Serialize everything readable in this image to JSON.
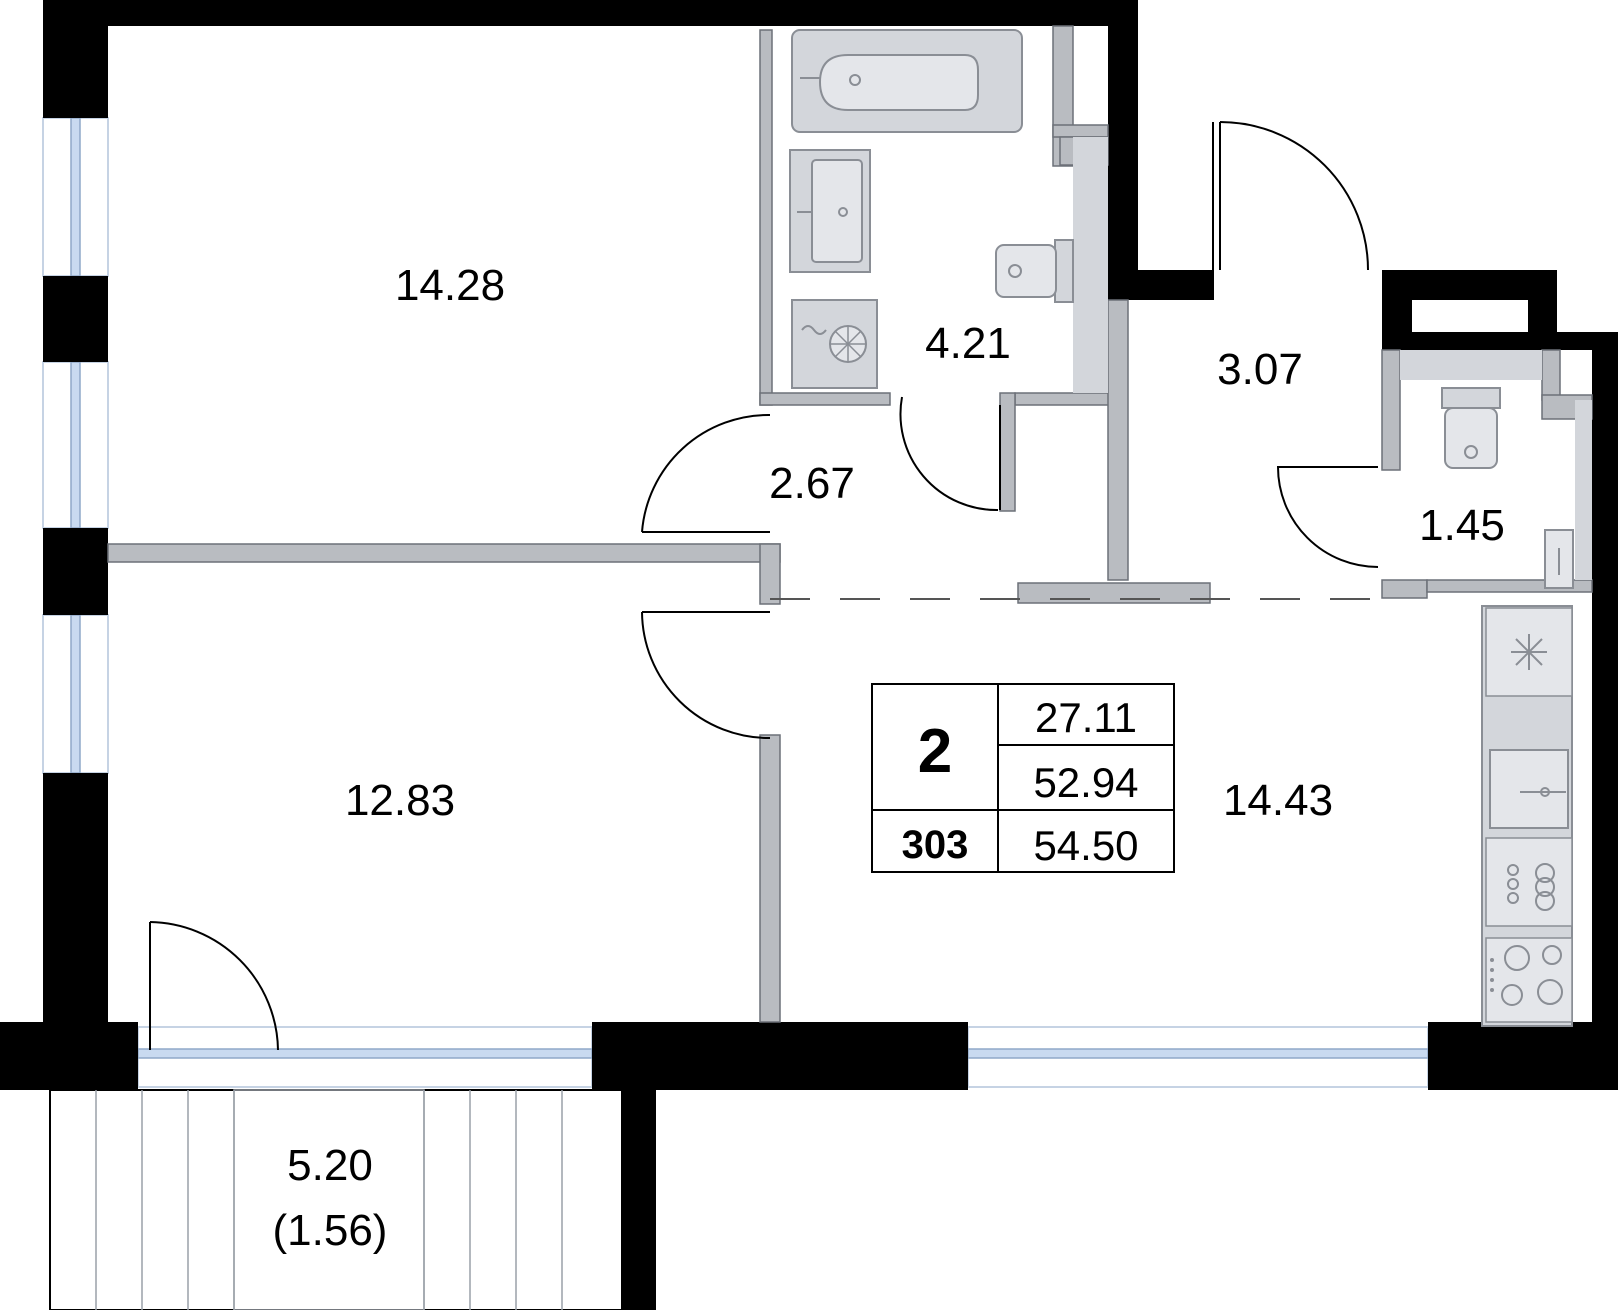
{
  "colors": {
    "wall": "#000000",
    "partition": "#b9bcc1",
    "fixture": "#d3d6db",
    "fixture_stroke": "#8a8e95",
    "window": "#c9daf0",
    "window_stroke": "#8fa8c8",
    "line": "#555555",
    "background": "#ffffff"
  },
  "rooms": [
    {
      "id": "bedroom-top",
      "area": "14.28"
    },
    {
      "id": "bathroom",
      "area": "4.21"
    },
    {
      "id": "corridor",
      "area": "2.67"
    },
    {
      "id": "hall",
      "area": "3.07"
    },
    {
      "id": "wc",
      "area": "1.45"
    },
    {
      "id": "bedroom-bottom",
      "area": "12.83"
    },
    {
      "id": "kitchen-living",
      "area": "14.43"
    },
    {
      "id": "balcony",
      "area": "5.20",
      "reduced_area": "(1.56)"
    }
  ],
  "info_box": {
    "rooms_count": "2",
    "apartment_number": "303",
    "living_area": "27.11",
    "area": "52.94",
    "total_area": "54.50"
  },
  "icons": [
    "bathtub-icon",
    "sink-icon",
    "toilet-icon",
    "washing-machine-icon",
    "door-icon",
    "fridge-icon",
    "dishwasher-icon",
    "stove-icon"
  ]
}
